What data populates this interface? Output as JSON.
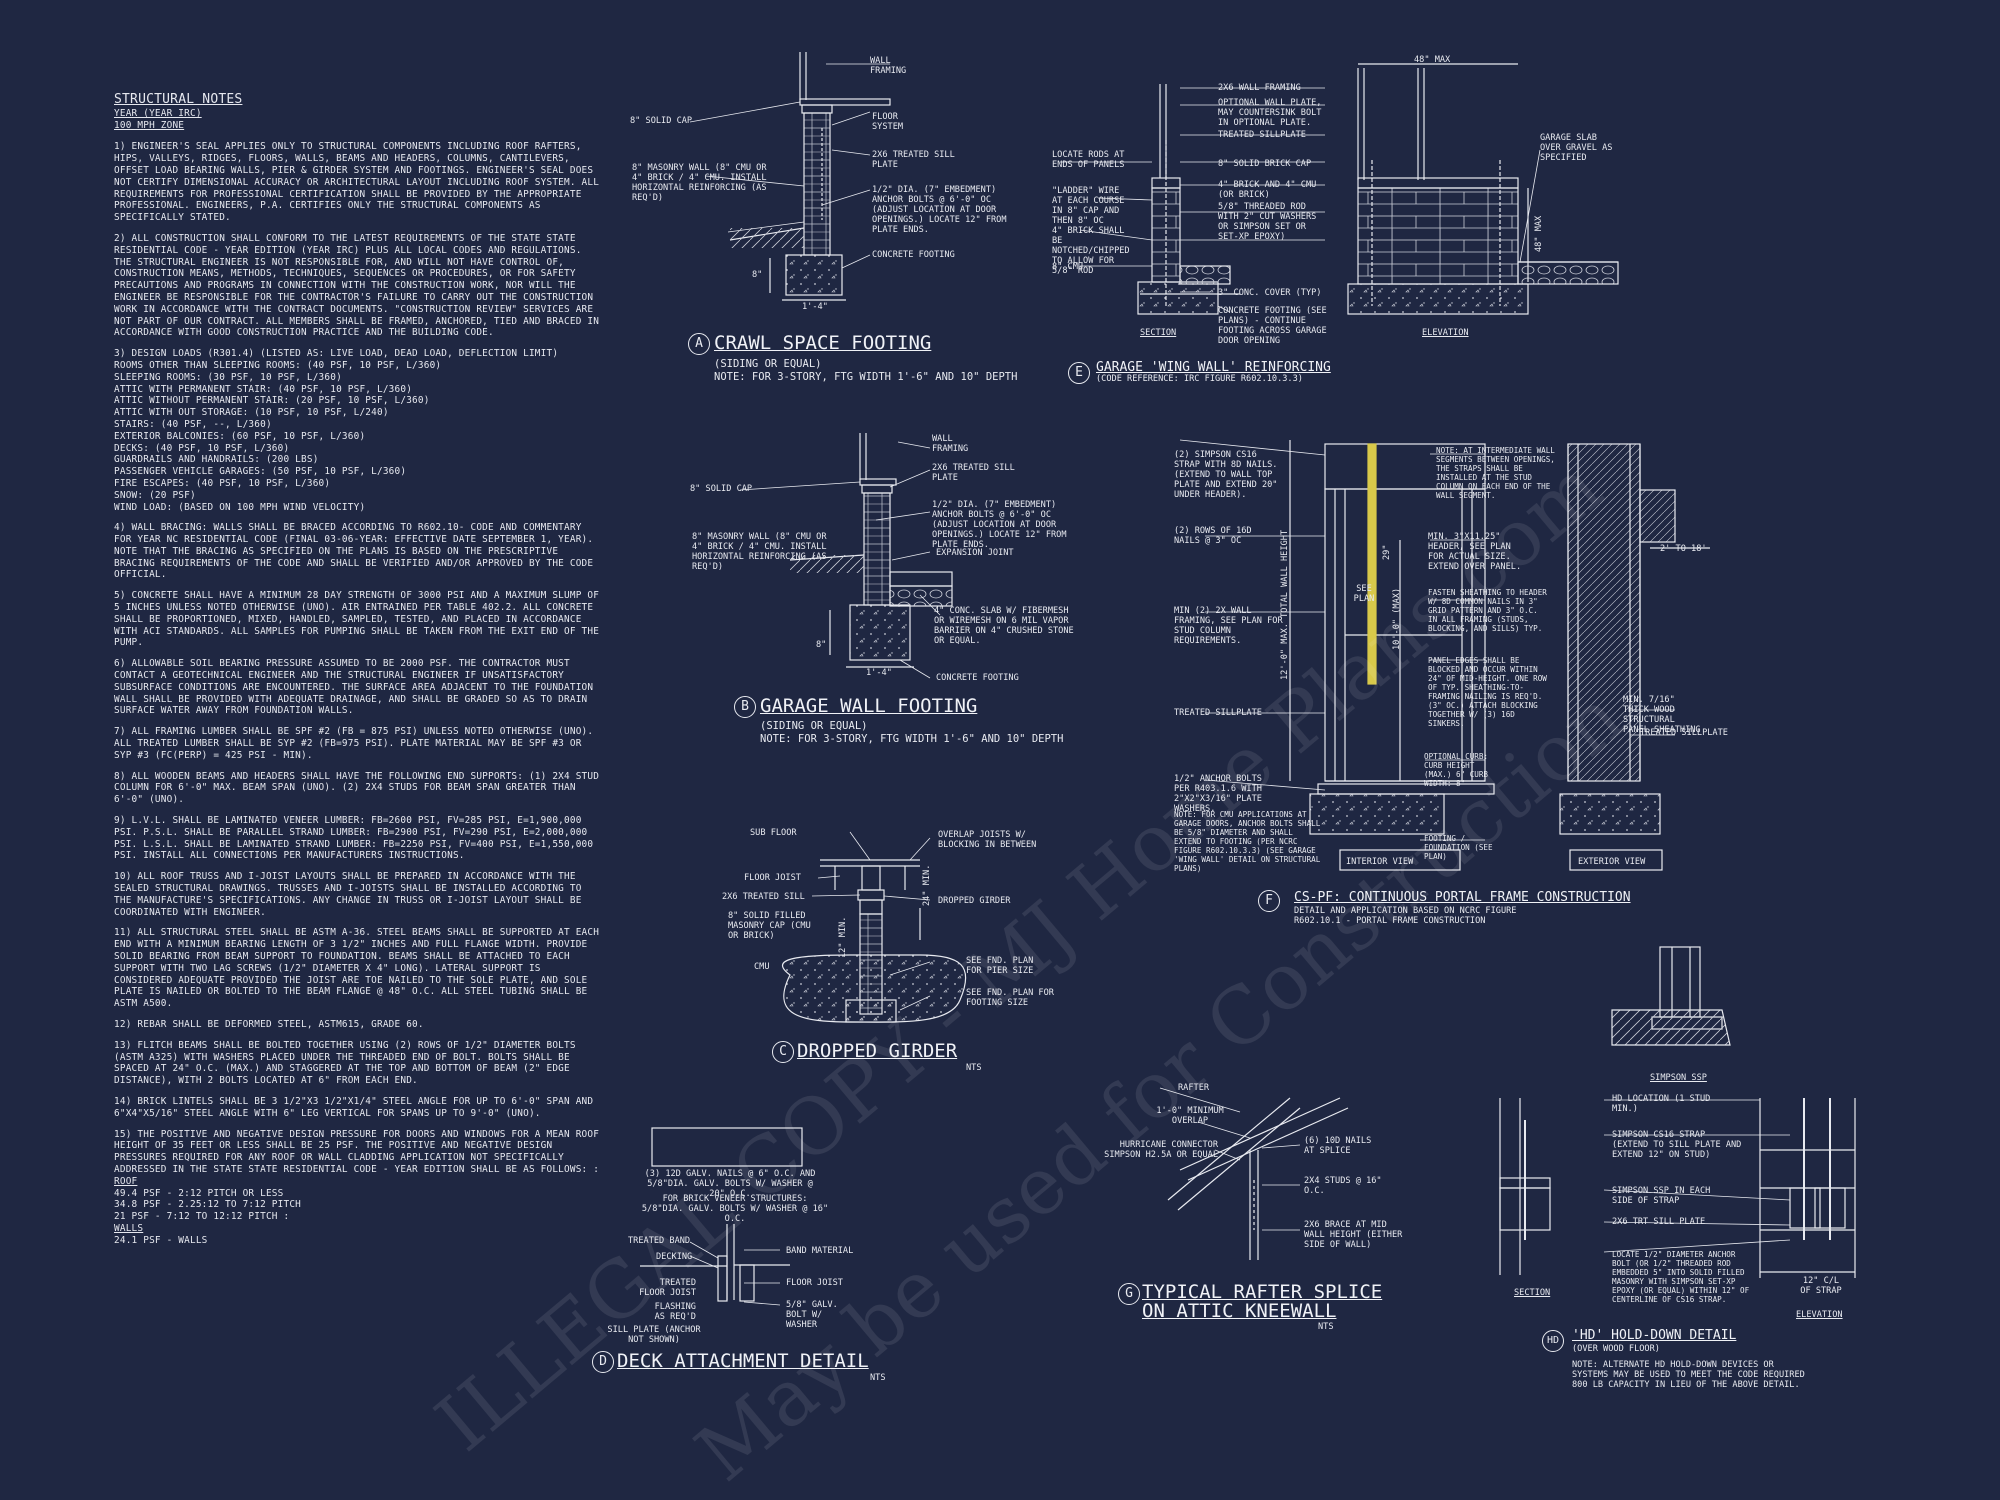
{
  "notes": {
    "heading": "STRUCTURAL NOTES",
    "year_line": "YEAR (YEAR IRC)",
    "wind_zone": "100 mph ZONE",
    "paragraphs": [
      "1) ENGINEER'S SEAL APPLIES ONLY TO STRUCTURAL COMPONENTS INCLUDING ROOF RAFTERS, HIPS, VALLEYS, RIDGES, FLOORS, WALLS, BEAMS AND HEADERS, COLUMNS, CANTILEVERS, OFFSET LOAD BEARING WALLS, PIER & GIRDER SYSTEM AND FOOTINGS. ENGINEER'S SEAL DOES NOT CERTIFY DIMENSIONAL ACCURACY OR ARCHITECTURAL LAYOUT INCLUDING ROOF SYSTEM. ALL REQUIREMENTS FOR PROFESSIONAL CERTIFICATION SHALL BE PROVIDED BY THE APPROPRIATE PROFESSIONAL. ENGINEERS, P.A. CERTIFIES ONLY THE STRUCTURAL COMPONENTS AS SPECIFICALLY STATED.",
      "2) ALL CONSTRUCTION SHALL CONFORM TO THE LATEST REQUIREMENTS OF THE STATE STATE RESIDENTIAL CODE - YEAR EDITION (YEAR IRC) PLUS ALL LOCAL CODES AND REGULATIONS. THE STRUCTURAL ENGINEER IS NOT RESPONSIBLE FOR, AND WILL NOT HAVE CONTROL OF, CONSTRUCTION MEANS, METHODS, TECHNIQUES, SEQUENCES OR PROCEDURES, OR FOR SAFETY PRECAUTIONS AND PROGRAMS IN CONNECTION WITH THE CONSTRUCTION WORK, NOR WILL THE ENGINEER BE RESPONSIBLE FOR THE CONTRACTOR'S FAILURE TO CARRY OUT THE CONSTRUCTION WORK IN ACCORDANCE WITH THE CONTRACT DOCUMENTS. \"CONSTRUCTION REVIEW\" SERVICES ARE NOT PART OF OUR CONTRACT. ALL MEMBERS SHALL BE FRAMED, ANCHORED, TIED AND BRACED IN ACCORDANCE WITH GOOD CONSTRUCTION PRACTICE AND THE BUILDING CODE.",
      "3) DESIGN LOADS (R301.4) (LISTED AS: LIVE LOAD, DEAD LOAD, DEFLECTION LIMIT)",
      "4) WALL BRACING: WALLS SHALL BE BRACED ACCORDING TO R602.10- CODE AND COMMENTARY FOR YEAR NC RESIDENTIAL CODE (FINAL 03-06-YEAR: EFFECTIVE DATE SEPTEMBER 1, YEAR). NOTE THAT THE BRACING AS SPECIFIED ON THE PLANS IS BASED ON THE PRESCRIPTIVE BRACING REQUIREMENTS OF THE CODE AND SHALL BE VERIFIED AND/OR APPROVED BY THE CODE OFFICIAL.",
      "5) CONCRETE SHALL HAVE A MINIMUM 28 DAY STRENGTH OF 3000 PSI AND A MAXIMUM SLUMP OF 5 INCHES UNLESS NOTED OTHERWISE (UNO). AIR ENTRAINED PER TABLE 402.2. ALL CONCRETE SHALL BE PROPORTIONED, MIXED, HANDLED, SAMPLED, TESTED, AND PLACED IN ACCORDANCE WITH ACI STANDARDS. ALL SAMPLES FOR PUMPING SHALL BE TAKEN FROM THE EXIT END OF THE PUMP.",
      "6) ALLOWABLE SOIL BEARING PRESSURE ASSUMED TO BE 2000 PSF. THE CONTRACTOR MUST CONTACT A GEOTECHNICAL ENGINEER AND THE STRUCTURAL ENGINEER IF UNSATISFACTORY SUBSURFACE CONDITIONS ARE ENCOUNTERED. THE SURFACE AREA ADJACENT TO THE FOUNDATION WALL SHALL BE PROVIDED WITH ADEQUATE DRAINAGE, AND SHALL BE GRADED SO AS TO DRAIN SURFACE WATER AWAY FROM FOUNDATION WALLS.",
      "7) ALL FRAMING LUMBER SHALL BE SPF #2 (Fb = 875 PSI) UNLESS NOTED OTHERWISE (UNO). ALL TREATED LUMBER SHALL BE SYP #2 (Fb=975 PSI). PLATE MATERIAL MAY BE SPF #3 OR SYP #3 (Fc(perp) = 425 PSI - MIN).",
      "8) ALL WOODEN BEAMS AND HEADERS SHALL HAVE THE FOLLOWING END SUPPORTS: (1) 2x4 STUD COLUMN FOR 6'-0\" MAX. BEAM SPAN (UNO). (2) 2X4 STUDS FOR BEAM SPAN GREATER THAN 6'-0\" (UNO).",
      "9) L.V.L. SHALL BE LAMINATED VENEER LUMBER: Fb=2600 PSI, Fv=285 PSI, E=1,900,000 PSI. P.S.L. SHALL BE PARALLEL STRAND LUMBER: Fb=2900 PSI, Fv=290 PSI, E=2,000,000 PSI. L.S.L. SHALL BE LAMINATED STRAND LUMBER: Fb=2250 PSI, Fv=400 PSI, E=1,550,000 PSI. INSTALL ALL CONNECTIONS PER MANUFACTURERS INSTRUCTIONS.",
      "10) ALL ROOF TRUSS AND I-JOIST LAYOUTS SHALL BE PREPARED IN ACCORDANCE WITH THE SEALED STRUCTURAL DRAWINGS. TRUSSES AND I-JOISTS SHALL BE INSTALLED ACCORDING TO THE MANUFACTURE'S SPECIFICATIONS. ANY CHANGE IN TRUSS OR I-JOIST LAYOUT SHALL BE COORDINATED WITH ENGINEER.",
      "11) ALL STRUCTURAL STEEL SHALL BE ASTM A-36. STEEL BEAMS SHALL BE SUPPORTED AT EACH END WITH A MINIMUM BEARING LENGTH OF 3 1/2\" INCHES AND FULL FLANGE WIDTH. PROVIDE SOLID BEARING FROM BEAM SUPPORT TO FOUNDATION. BEAMS SHALL BE ATTACHED TO EACH SUPPORT WITH TWO LAG SCREWS (1/2\" DIAMETER x 4\" LONG). LATERAL SUPPORT IS CONSIDERED ADEQUATE PROVIDED THE JOIST ARE TOE NAILED TO THE SOLE PLATE, AND SOLE PLATE IS NAILED OR BOLTED TO THE BEAM FLANGE @ 48\" O.C. ALL STEEL TUBING SHALL BE ASTM A500.",
      "12) REBAR SHALL BE DEFORMED STEEL, ASTM615, GRADE 60.",
      "13) FLITCH BEAMS SHALL BE BOLTED TOGETHER USING (2) ROWS OF 1/2\" DIAMETER BOLTS (ASTM A325) WITH WASHERS PLACED UNDER THE THREADED END OF BOLT. BOLTS SHALL BE SPACED AT 24\" O.C. (MAX.) AND STAGGERED AT THE TOP AND BOTTOM OF BEAM (2\" EDGE DISTANCE), WITH 2 BOLTS LOCATED AT 6\" FROM EACH END.",
      "14) BRICK LINTELS SHALL BE 3 1/2\"x3 1/2\"x1/4\" STEEL ANGLE FOR UP TO 6'-0\" SPAN AND 6\"x4\"x5/16\" STEEL ANGLE WITH 6\" LEG VERTICAL FOR SPANS UP TO 9'-0\" (UNO).",
      "15) THE POSITIVE AND NEGATIVE DESIGN PRESSURE FOR DOORS AND WINDOWS FOR A MEAN ROOF HEIGHT OF 35 FEET OR LESS SHALL BE 25 PSF. THE POSITIVE AND NEGATIVE DESIGN PRESSURES REQUIRED FOR ANY ROOF OR WALL CLADDING APPLICATION NOT SPECIFICALLY ADDRESSED IN THE STATE STATE RESIDENTIAL CODE - YEAR EDITION SHALL BE AS FOLLOWS: :"
    ],
    "design_loads": [
      "ROOMS OTHER THAN SLEEPING ROOMS: (40 PSF, 10 PSF, L/360)",
      "SLEEPING ROOMS: (30 PSF, 10 PSF, L/360)",
      "ATTIC WITH PERMANENT STAIR: (40 PSF, 10 PSF, L/360)",
      "ATTIC WITHOUT PERMANENT STAIR: (20 PSF, 10 PSF, L/360)",
      "ATTIC WITH OUT STORAGE: (10 PSF, 10 PSF, L/240)",
      "STAIRS: (40 PSF, --, L/360)",
      "EXTERIOR BALCONIES: (60 PSF, 10 PSF, L/360)",
      "DECKS: (40 PSF, 10 PSF, L/360)",
      "GUARDRAILS AND HANDRAILS: (200 LBS)",
      "PASSENGER VEHICLE GARAGES: (50 PSF, 10 PSF, L/360)",
      "FIRE ESCAPES: (40 PSF, 10 PSF, L/360)",
      "SNOW: (20 PSF)",
      "WIND LOAD: (BASED ON 100 MPH WIND VELOCITY)"
    ],
    "roof_heading": "ROOF",
    "roof_lines": [
      "49.4 PSF - 2:12 PITCH OR LESS",
      "34.8 PSF - 2.25:12 TO 7:12 PITCH",
      "21 PSF - 7:12 TO 12:12 PITCH :"
    ],
    "walls_heading": "WALLS",
    "walls_lines": [
      "24.1 PSF - WALLS"
    ]
  },
  "details": {
    "A": {
      "letter": "A",
      "title": "CRAWL SPACE FOOTING",
      "sub1": "(SIDING OR EQUAL)",
      "sub2": "NOTE: FOR 3-STORY, FTG WIDTH 1'-6\" AND 10\" DEPTH",
      "labels": [
        "WALL FRAMING",
        "8\" SOLID CAP",
        "FLOOR SYSTEM",
        "2x6 TREATED SILL PLATE",
        "8\" MASONRY WALL (8\" CMU OR 4\" BRICK / 4\" CMU. INSTALL HORIZONTAL REINFORCING (AS REQ'D)",
        "1/2\" DIA. (7\" EMBEDMENT) ANCHOR BOLTS @ 6'-0\" OC (ADJUST LOCATION AT DOOR OPENINGS.) LOCATE 12\" FROM PLATE ENDS.",
        "CONCRETE FOOTING",
        "1'-4\"",
        "8\""
      ]
    },
    "B": {
      "letter": "B",
      "title": "GARAGE WALL FOOTING",
      "sub1": "(SIDING OR EQUAL)",
      "sub2": "NOTE: FOR 3-STORY, FTG WIDTH 1'-6\" AND 10\" DEPTH",
      "labels": [
        "WALL FRAMING",
        "8\" SOLID CAP",
        "2x6 TREATED SILL PLATE",
        "8\" MASONRY WALL (8\" CMU OR 4\" BRICK / 4\" CMU. INSTALL HORIZONTAL REINFORCING (AS REQ'D)",
        "1/2\" DIA. (7\" EMBEDMENT) ANCHOR BOLTS @ 6'-0\" OC (ADJUST LOCATION AT DOOR OPENINGS.) LOCATE 12\" FROM PLATE ENDS.",
        "EXPANSION JOINT",
        "4\" CONC. SLAB w/ FIBERMESH OR WIREMESH ON 6 MIL VAPOR BARRIER ON 4\" CRUSHED STONE OR EQUAL.",
        "CONCRETE FOOTING",
        "1'-4\"",
        "8\""
      ]
    },
    "C": {
      "letter": "C",
      "title": "DROPPED GIRDER",
      "nts": "NTS",
      "labels": [
        "SUB FLOOR",
        "OVERLAP JOISTS w/ BLOCKING IN BETWEEN",
        "FLOOR JOIST",
        "2x6 TREATED SILL",
        "DROPPED GIRDER",
        "8\" SOLID FILLED MASONRY CAP (CMU OR BRICK)",
        "CMU",
        "SEE FND. PLAN FOR PIER SIZE",
        "SEE FND. PLAN FOR FOOTING SIZE",
        "24\" MIN.",
        "12\" MIN."
      ]
    },
    "D": {
      "letter": "D",
      "title": "DECK ATTACHMENT DETAIL",
      "nts": "NTS",
      "labels": [
        "(3) 12d GALV. NAILS @ 6\" O.C. AND 5/8\"dia. GALV. BOLTS W/ WASHER @ 20\" O.C.",
        "FOR BRICK VENEER STRUCTURES: 5/8\"dia. GALV. BOLTS W/ WASHER @ 16\" O.C.",
        "TREATED BAND",
        "DECKING",
        "BAND MATERIAL",
        "TREATED FLOOR JOIST",
        "FLOOR JOIST",
        "FLASHING AS REQ'D",
        "5/8\" GALV. BOLT W/ WASHER",
        "SILL PLATE (ANCHOR NOT SHOWN)"
      ]
    },
    "E": {
      "letter": "E",
      "title": "GARAGE 'WING WALL' REINFORCING",
      "sub": "(CODE REFERENCE: IRC FIGURE R602.10.3.3)",
      "labels": [
        "2x6 WALL FRAMING",
        "OPTIONAL WALL PLATE, MAY COUNTERSINK BOLT IN OPTIONAL PLATE.",
        "TREATED SILLPLATE",
        "LOCATE RODS AT ENDS OF PANELS",
        "8\" SOLID BRICK CAP",
        "\"LADDER\" WIRE AT EACH COURSE IN 8\" CAP AND THEN 8\" OC",
        "4\" BRICK AND 4\" CMU (OR BRICK)",
        "5/8\" THREADED ROD WITH 2\" CUT WASHERS OR SIMPSON SET OR SET-XP EPOXY)",
        "4\" BRICK SHALL BE NOTCHED/CHIPPED TO ALLOW FOR 5/8\" ROD",
        "8\" CMU",
        "3\" CONC. COVER (TYP)",
        "CONCRETE FOOTING (SEE PLANS) - CONTINUE FOOTING ACROSS GARAGE DOOR OPENING",
        "GARAGE SLAB OVER GRAVEL AS SPECIFIED",
        "48\" MAX",
        "48\" MAX",
        "SECTION",
        "ELEVATION"
      ]
    },
    "F": {
      "letter": "F",
      "title": "CS-PF: CONTINUOUS PORTAL FRAME CONSTRUCTION",
      "sub1": "DETAIL AND APPLICATION BASED ON NCRC FIGURE",
      "sub2": "R602.10.1 - PORTAL FRAME CONSTRUCTION",
      "labels": [
        "(2) SIMPSON CS16 STRAP WITH 8d NAILS. (EXTEND TO WALL TOP PLATE AND EXTEND 20\" UNDER HEADER).",
        "(2) ROWS OF 16d NAILS @ 3\" OC",
        "MIN (2) 2X WALL FRAMING, SEE PLAN FOR STUD COLUMN REQUIREMENTS.",
        "TREATED SILLPLATE",
        "1/2\" ANCHOR BOLTS PER R403.1.6 WITH 2\"x2\"x3/16\" PLATE WASHERS.",
        "NOTE: FOR CMU APPLICATIONS AT GARAGE DOORS, ANCHOR BOLTS SHALL BE 5/8\" DIAMETER AND SHALL EXTEND TO FOOTING (PER NCRC FIGURE R602.10.3.3) (SEE GARAGE 'WING WALL' DETAIL ON STRUCTURAL PLANS)",
        "NOTE: AT INTERMEDIATE WALL SEGMENTS BETWEEN OPENINGS, THE STRAPS SHALL BE INSTALLED AT THE STUD COLUMN ON EACH END OF THE WALL SEGMENT.",
        "MIN. 3\"x11.25\" HEADER, SEE PLAN FOR ACTUAL SIZE. EXTEND OVER PANEL.",
        "FASTEN SHEATHING TO HEADER W/ 8d COMMON NAILS IN 3\" GRID PATTERN AND 3\" O.C. IN ALL FRAMING (STUDS, BLOCKING, AND SILLS) TYP.",
        "PANEL EDGES SHALL BE BLOCKED AND OCCUR WITHIN 24\" OF MID-HEIGHT. ONE ROW OF TYP. SHEATHING-TO-FRAMING NAILING IS REQ'D. (3\" OC.) ATTACH BLOCKING TOGETHER W/ (3) 16d SINKERS.",
        "MIN. 7/16\" THICK WOOD STRUCTURAL PANEL SHEATHING",
        "TREATED SILLPLATE",
        "OPTIONAL CURB: CURB HEIGHT (MAX.) 6\" CURB WIDTH: 8\"",
        "FOOTING / FOUNDATION (SEE PLAN)",
        "2' TO 18'",
        "12'-0\" MAX. TOTAL WALL HEIGHT",
        "10'-0\" (MAX)",
        "SEE PLAN",
        "INTERIOR VIEW",
        "EXTERIOR VIEW",
        "29\""
      ]
    },
    "G": {
      "letter": "G",
      "title": "TYPICAL RAFTER SPLICE",
      "title2": "ON ATTIC KNEEWALL",
      "nts": "NTS",
      "labels": [
        "RAFTER",
        "1'-0\" MINIMUM OVERLAP",
        "HURRICANE CONNECTOR SIMPSON H2.5A OR EQUAL",
        "(6) 10d NAILS AT SPLICE",
        "2x4 STUDS @ 16\" O.C.",
        "2x6 BRACE AT MID WALL HEIGHT (EITHER SIDE OF WALL)"
      ]
    },
    "HD": {
      "letter": "HD",
      "title": "'HD' HOLD-DOWN DETAIL",
      "sub": "(OVER WOOD FLOOR)",
      "note": "NOTE: ALTERNATE HD HOLD-DOWN DEVICES OR SYSTEMS MAY BE USED TO MEET THE CODE REQUIRED 800 LB CAPACITY IN LIEU OF THE ABOVE DETAIL.",
      "labels": [
        "SIMPSON SSP",
        "HD LOCATION (1 STUD MIN.)",
        "SIMPSON CS16 STRAP (EXTEND TO SILL PLATE AND EXTEND 12\" ON STUD)",
        "SIMPSON SSP IN EACH SIDE OF STRAP",
        "2x6 TRT SILL PLATE",
        "LOCATE 1/2\" DIAMETER ANCHOR BOLT (OR 1/2\" THREADED ROD EMBEDDED 5\" INTO SOLID FILLED MASONRY WITH SIMPSON SET-XP EPOXY (OR EQUAL) WITHIN 12\" OF CENTERLINE OF CS16 STRAP.",
        "SECTION",
        "12\" C/L OF STRAP",
        "ELEVATION"
      ]
    }
  },
  "watermarks": [
    "ILLEGAL COPY - MJ Home Plans.com",
    "May be used for Construction"
  ],
  "colors": {
    "background": "#1f2742",
    "lines": "#e8eaf0",
    "strap": "#d8c94a"
  }
}
